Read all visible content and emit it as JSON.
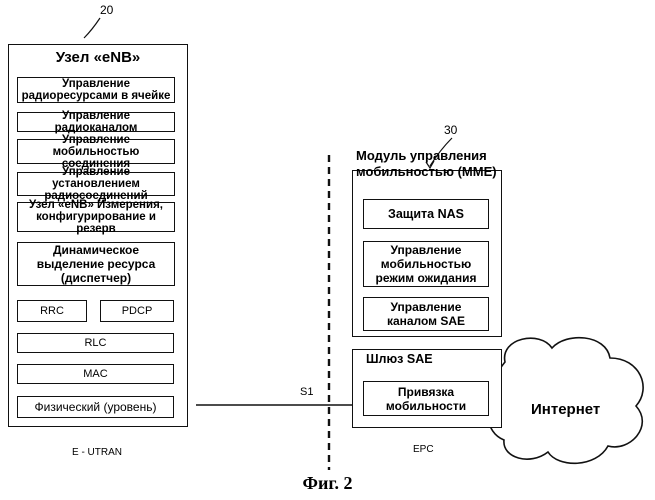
{
  "enb": {
    "ref": "20",
    "title": "Узел «eNB»",
    "blocks": [
      "Управление радиоресурсами в ячейке",
      "Управление радиоканалом",
      "Управление мобильностью соединения",
      "Управление установлением радиосоединений",
      "Узел «eNB» Измерения, конфигурирование и резерв",
      "Динамическое выделение ресурса (диспетчер)"
    ],
    "rrc": "RRC",
    "pdcp": "PDCP",
    "rlc": "RLC",
    "mac": "MAC",
    "phy": "Физический (уровень)",
    "caption": "E - UTRAN"
  },
  "mme": {
    "ref": "30",
    "title": "Модуль управления мобильностью (MME)",
    "blocks": [
      "Защита NAS",
      "Управление мобильностью режим ожидания",
      "Управление каналом SAE"
    ]
  },
  "sae": {
    "title": "Шлюз SAE",
    "block": "Привязка мобильности"
  },
  "epc": "EPC",
  "s1": "S1",
  "internet": "Интернет",
  "figure": "Фиг. 2"
}
